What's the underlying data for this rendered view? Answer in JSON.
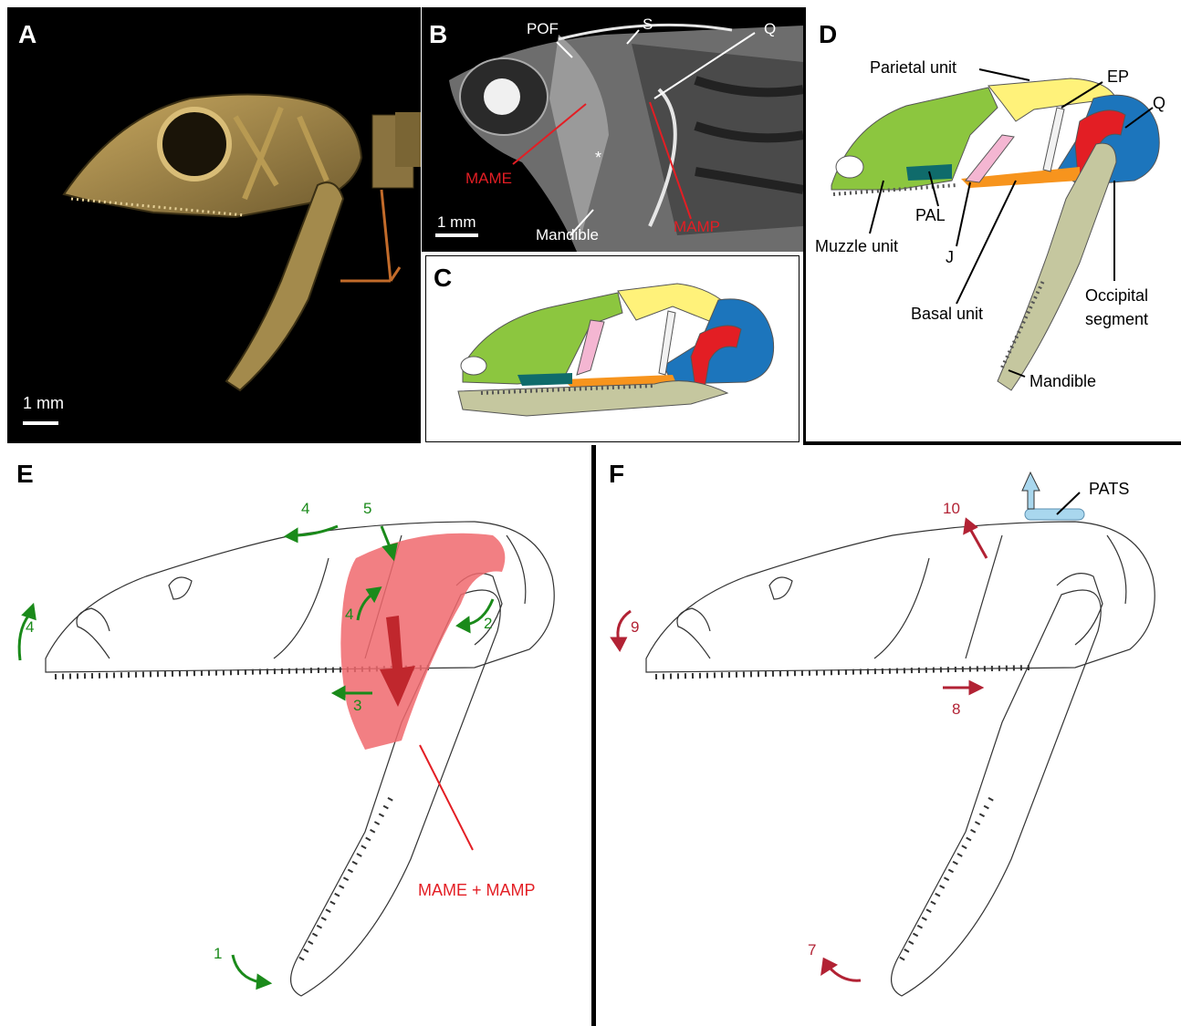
{
  "panels": {
    "A": {
      "letter": "A",
      "scale": "1 mm"
    },
    "B": {
      "letter": "B",
      "scale": "1 mm",
      "asterisk": "*",
      "labels": {
        "pof": "POF",
        "s": "S",
        "q": "Q",
        "mame": "MAME",
        "mamp": "MAMP",
        "mandible": "Mandible"
      }
    },
    "C": {
      "letter": "C"
    },
    "D": {
      "letter": "D",
      "labels": {
        "parietal": "Parietal unit",
        "ep": "EP",
        "q": "Q",
        "muzzle": "Muzzle unit",
        "pal": "PAL",
        "j": "J",
        "basal": "Basal unit",
        "occipital_1": "Occipital",
        "occipital_2": "segment",
        "mandible": "Mandible"
      }
    },
    "E": {
      "letter": "E",
      "muscle_label": "MAME + MAMP",
      "arrows": [
        "1",
        "2",
        "3",
        "4",
        "4",
        "4",
        "5"
      ]
    },
    "F": {
      "letter": "F",
      "pats": "PATS",
      "arrows": [
        "7",
        "8",
        "9",
        "10"
      ]
    }
  },
  "colors": {
    "muzzle": "#8cc63f",
    "parietal": "#fff27a",
    "occipital": "#1c75bc",
    "quadrate": "#e31e24",
    "basal": "#f7941d",
    "palatine": "#0f6b6b",
    "jugal": "#f4b6d2",
    "epipterygoid": "#f2f2f2",
    "mandible": "#c5c79f",
    "muscle": "#f0696d",
    "green_arrow": "#1a8a1a",
    "red_arrow": "#b22234",
    "red_label": "#e31e24",
    "pats": "#a9d7ee"
  }
}
